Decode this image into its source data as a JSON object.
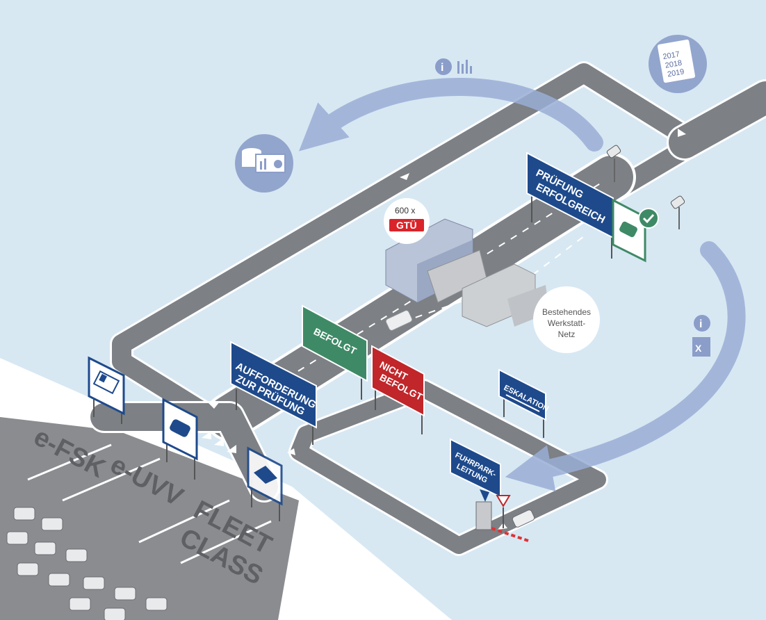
{
  "colors": {
    "background": "#d7e8f3",
    "ground": "#ffffff",
    "asphalt": "#7d8084",
    "lot": "#8a8c90",
    "sign_blue": "#1e4a8c",
    "sign_green": "#3f8a66",
    "sign_red": "#c0262a",
    "flow_arrow": "#9aaed6",
    "icon_circle": "#8b9dc9"
  },
  "signs": {
    "aufforderung": [
      "AUFFORDERUNG",
      "ZUR PRÜFUNG"
    ],
    "befolgt": "BEFOLGT",
    "nicht_befolgt": [
      "NICHT",
      "BEFOLGT"
    ],
    "pruefung": [
      "PRÜFUNG",
      "ERFOLGREICH"
    ],
    "eskalation": "ESKALATION",
    "fuhrpark": [
      "FUHRPARK-",
      "LEITUNG"
    ]
  },
  "badge": {
    "count": "600 x",
    "brand": "GTÜ"
  },
  "werkstatt": [
    "Bestehendes",
    "Werkstatt-",
    "Netz"
  ],
  "calendar": {
    "years": [
      "2017",
      "2018",
      "2019"
    ]
  },
  "lot_labels": {
    "efsk": "e-FSK",
    "euvv": "e-UVV",
    "fleet1": "FLEET",
    "fleet2": "CLASS"
  },
  "icons": {
    "info_top": "info-chart-icon",
    "database": "database-monitor-icon",
    "calendar": "calendar-icon",
    "info_right": "info-excel-icon",
    "camera": "camera-icon",
    "checkmark": "checkmark-icon",
    "car": "car-icon",
    "license": "license-card-icon",
    "graduation": "graduation-cap-icon",
    "warning": "warning-sign-icon"
  }
}
